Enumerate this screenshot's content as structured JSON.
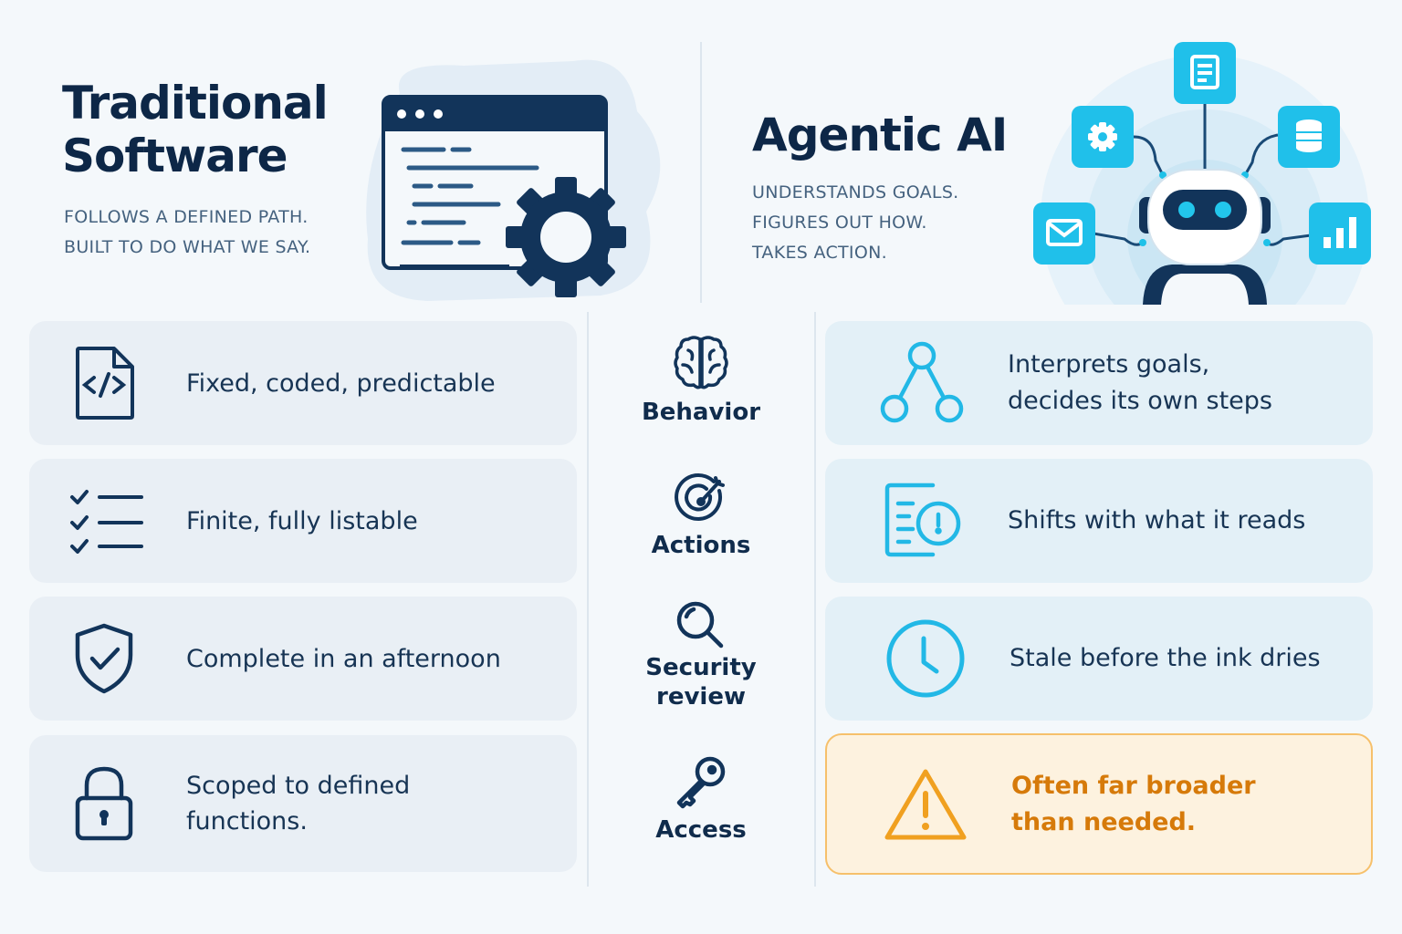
{
  "left_header": {
    "title": "Traditional Software",
    "tagline_1": "FOLLOWS A DEFINED PATH.",
    "tagline_2": "BUILT TO DO WHAT WE SAY."
  },
  "right_header": {
    "title": "Agentic AI",
    "tagline_1": "UNDERSTANDS GOALS.",
    "tagline_2": "FIGURES OUT HOW.",
    "tagline_3": "TAKES ACTION."
  },
  "rows": [
    {
      "category": "Behavior",
      "category_icon": "brain-icon",
      "traditional": "Fixed, coded, predictable",
      "traditional_icon": "code-file-icon",
      "agentic_1": "Interprets goals,",
      "agentic_2": "decides its own steps",
      "agentic_icon": "branching-nodes-icon"
    },
    {
      "category": "Actions",
      "category_icon": "target-icon",
      "traditional": "Finite, fully listable",
      "traditional_icon": "checklist-icon",
      "agentic_1": "Shifts with what it reads",
      "agentic_icon": "document-clock-icon"
    },
    {
      "category_1": "Security",
      "category_2": "review",
      "category_icon": "magnifier-icon",
      "traditional": "Complete in an afternoon",
      "traditional_icon": "shield-check-icon",
      "agentic_1": "Stale before the ink dries",
      "agentic_icon": "clock-icon"
    },
    {
      "category": "Access",
      "category_icon": "key-icon",
      "traditional_1": "Scoped to defined",
      "traditional_2": "functions.",
      "traditional_icon": "padlock-icon",
      "agentic_1": "Often far broader",
      "agentic_2": "than needed.",
      "agentic_icon": "warning-icon"
    }
  ],
  "colors": {
    "navy": "#12345a",
    "cyan": "#22b8e6",
    "warning": "#f0a020",
    "warning_text": "#d67a0a"
  }
}
